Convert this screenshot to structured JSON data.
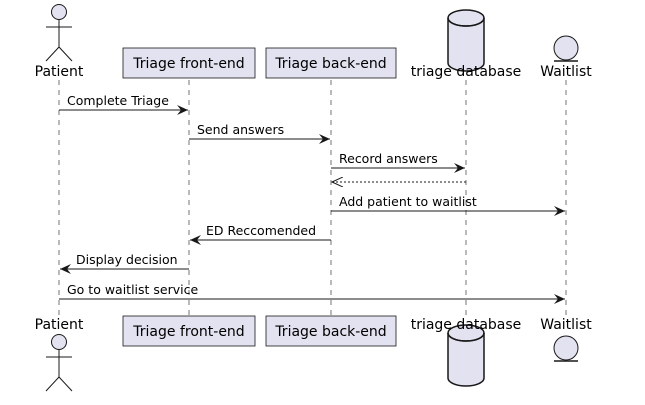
{
  "participants": [
    {
      "id": "patient",
      "kind": "actor",
      "label": "Patient"
    },
    {
      "id": "frontend",
      "kind": "box",
      "label": "Triage front-end"
    },
    {
      "id": "backend",
      "kind": "box",
      "label": "Triage back-end"
    },
    {
      "id": "database",
      "kind": "database",
      "label": "triage database"
    },
    {
      "id": "waitlist",
      "kind": "entity",
      "label": "Waitlist"
    }
  ],
  "messages": [
    {
      "from": "patient",
      "to": "frontend",
      "label": "Complete Triage",
      "style": "solid"
    },
    {
      "from": "frontend",
      "to": "backend",
      "label": "Send answers",
      "style": "solid"
    },
    {
      "from": "backend",
      "to": "database",
      "label": "Record answers",
      "style": "solid"
    },
    {
      "from": "database",
      "to": "backend",
      "label": "",
      "style": "dashed"
    },
    {
      "from": "backend",
      "to": "waitlist",
      "label": "Add patient to waitlist",
      "style": "solid"
    },
    {
      "from": "backend",
      "to": "frontend",
      "label": "ED Reccomended",
      "style": "solid"
    },
    {
      "from": "frontend",
      "to": "patient",
      "label": "Display decision",
      "style": "solid"
    },
    {
      "from": "patient",
      "to": "waitlist",
      "label": "Go to waitlist service",
      "style": "solid"
    }
  ],
  "colors": {
    "participant_fill": "#e2e2f0",
    "participant_border": "#181818",
    "line": "#181818",
    "lifeline": "#181818",
    "text": "#000000"
  }
}
